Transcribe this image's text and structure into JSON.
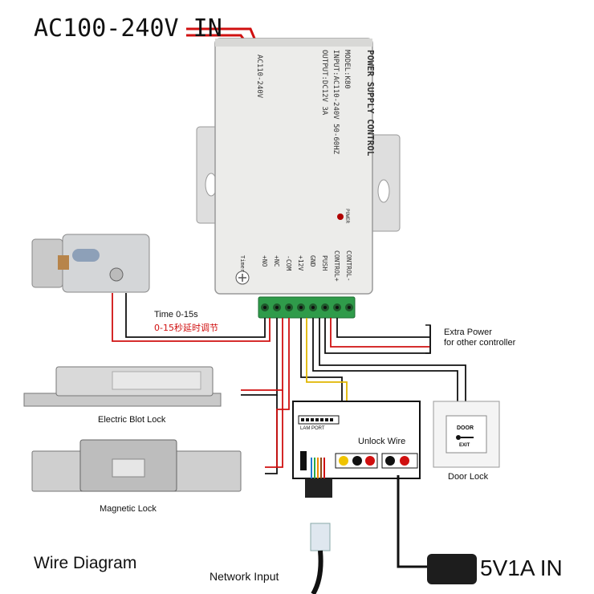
{
  "diagram": {
    "ac_input_label": "AC100-240V IN",
    "psu": {
      "title": "POWER SUPPLY CONTROL",
      "model": "MODEL:K80",
      "input": "INPUT:AC110-240V 50-60HZ",
      "output": "OUTPUT:DC12V 3A",
      "ac_label": "AC110-240V",
      "power_led_label": "POWER",
      "timer_label": "Timer",
      "terminals": [
        "+NO",
        "+NC",
        "-COM",
        "+12V",
        "GND",
        "PUSH",
        "CONTROL+",
        "CONTROL-"
      ]
    },
    "time_label": "Time 0-15s",
    "time_label_cn": "0-15秒延时调节",
    "extra_power_line1": "Extra Power",
    "extra_power_line2": "for other controller",
    "electric_bolt_lock_label": "Electric Blot Lock",
    "magnetic_lock_label": "Magnetic Lock",
    "controller": {
      "lam_port_label": "LAM PORT",
      "unlock_wire_label": "Unlock Wire"
    },
    "door_button": {
      "door_text": "DOOR",
      "exit_text": "EXIT",
      "label": "Door Lock"
    },
    "wire_diagram_label": "Wire Diagram",
    "network_input_label": "Network Input",
    "dc_input_label": "5V1A IN"
  }
}
